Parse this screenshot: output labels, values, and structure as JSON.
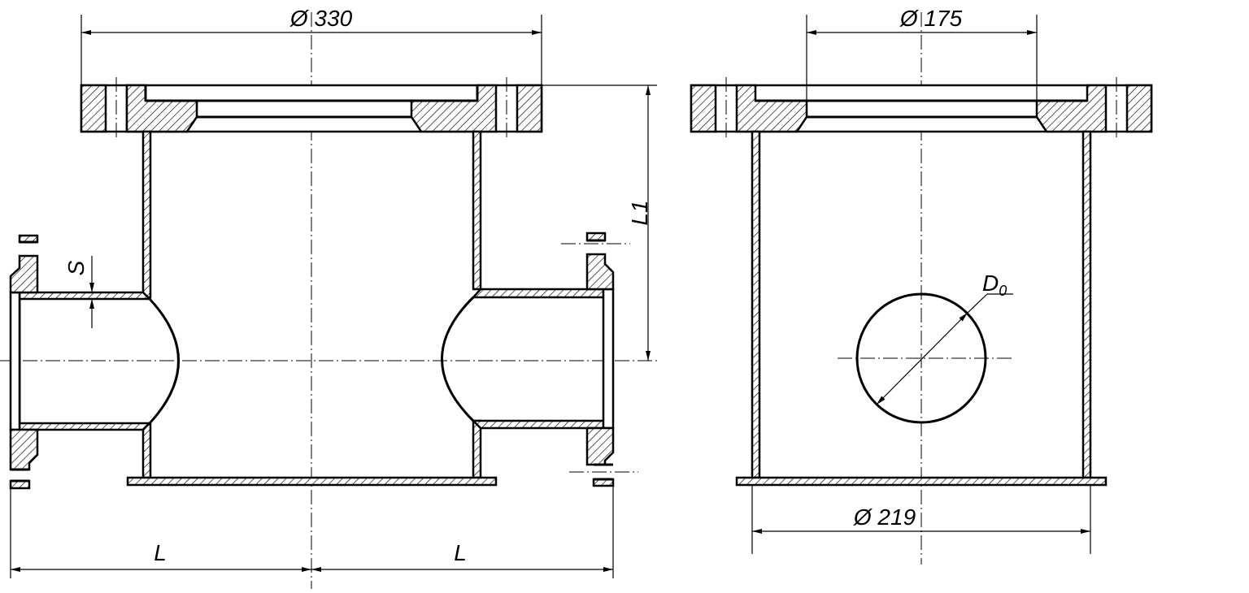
{
  "dimensions": {
    "d_flange_left": "Ø 330",
    "d_flange_right": "Ø 175",
    "d_body": "Ø 219",
    "height": "L1",
    "wall": "S",
    "nozzle_left": "L",
    "nozzle_right": "L",
    "hole": "D",
    "hole_sub": "0"
  },
  "colors": {
    "line": "#000000",
    "background": "#ffffff"
  }
}
